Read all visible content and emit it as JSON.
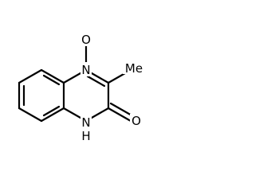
{
  "molecule": {
    "atoms": {
      "n_oxide": "N",
      "oxide_o": "O",
      "methyl": "Me",
      "carbonyl_o": "O",
      "amide_n": "N",
      "amide_h": "H"
    }
  }
}
